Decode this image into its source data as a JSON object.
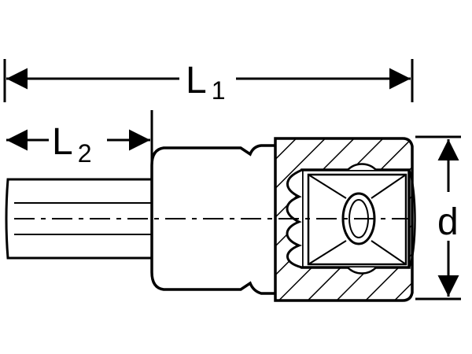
{
  "diagram": {
    "labels": {
      "overall_length": {
        "letter": "L",
        "subscript": "1"
      },
      "hex_length": {
        "letter": "L",
        "subscript": "2"
      },
      "diameter": {
        "letter": "d"
      }
    }
  }
}
